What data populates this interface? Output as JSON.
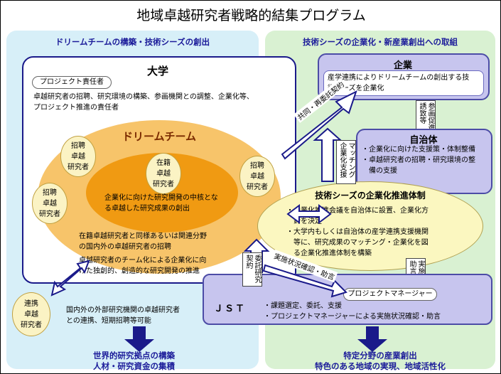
{
  "title": "地域卓越研究者戦略的結集プログラム",
  "left_panel": {
    "header": "ドリームチームの構築・技術シーズの創出",
    "university": {
      "title": "大学",
      "project_leader_tag": "プロジェクト責任者",
      "description": "卓越研究者の招聘、研究環境の構築、参画機関との調整、企業化等、\nプロジェクト推進の責任者"
    },
    "dream_team": {
      "title": "ドリームチーム",
      "core_text": "企業化に向けた研究開発の中核とな\nる卓越した研究成果の創出",
      "text1": "在籍卓越研究者と同様あるいは関連分野\nの国内外の卓越研究者の招聘",
      "text2": "卓越研究者のチーム化による企業化に向\nけた独創的、創造的な研究開発の推進"
    },
    "researcher_circles": [
      {
        "label": "招聘\n卓越\n研究者"
      },
      {
        "label": "在籍\n卓越\n研究者"
      },
      {
        "label": "招聘\n卓越\n研究者"
      },
      {
        "label": "招聘\n卓越\n研究者"
      }
    ],
    "collab_circle": "連携\n卓越\n研究者",
    "collab_text": "国内外の外部研究機関の卓越研究者\nとの連携、短期招聘等可能",
    "outcome": "世界的研究拠点の構築\n人材・研究資金の集積"
  },
  "right_panel": {
    "header": "技術シーズの企業化・新産業創出への取組",
    "company": {
      "title": "企業",
      "text": "産学連携によりドリームチームの創出する技\n術シーズを企業化"
    },
    "participation_label": "参画促進\n誘致等",
    "municipality": {
      "title": "自治体",
      "bullets": "・企業化に向けた支援策・体制整備\n・卓越研究者の招聘・研究環境の整\n　備の支援"
    },
    "tech_system": {
      "title": "技術シーズの企業化推進体制",
      "bullets": "・企業化推進会議を自治体に設置、企業化方\n　針を決定\n・大学内もしくは自治体の産学連携支援機関\n　等に、研究成果のマッチング・企業化を図\n　る企業化推進体制を構築"
    },
    "implementation_label": "実施確認\n助言",
    "pm_tag": "プロジェクトマネージャー",
    "jst": {
      "title": "ＪＳＴ",
      "bullets": "・課題選定、委託、支援\n・プロジェクトマネージャーによる実施状況確認・助言"
    },
    "outcome": "特定分野の産業創出\n特色のある地域の実現、地域活性化"
  },
  "arrows": {
    "joint": "共同・再委託契約",
    "matching": "マッチング\n企業化支援",
    "commission": "委託研究\n契約",
    "confirm": "実施状況確認・助言"
  },
  "colors": {
    "left_bg": "#d7eff8",
    "right_bg": "#d9f1d2",
    "navy": "#1a1a8a",
    "orange_outer": "#f7c46a",
    "orange_inner": "#f09a12",
    "lavender": "#c7c5ee",
    "pale_yellow": "#fbf7c0"
  }
}
